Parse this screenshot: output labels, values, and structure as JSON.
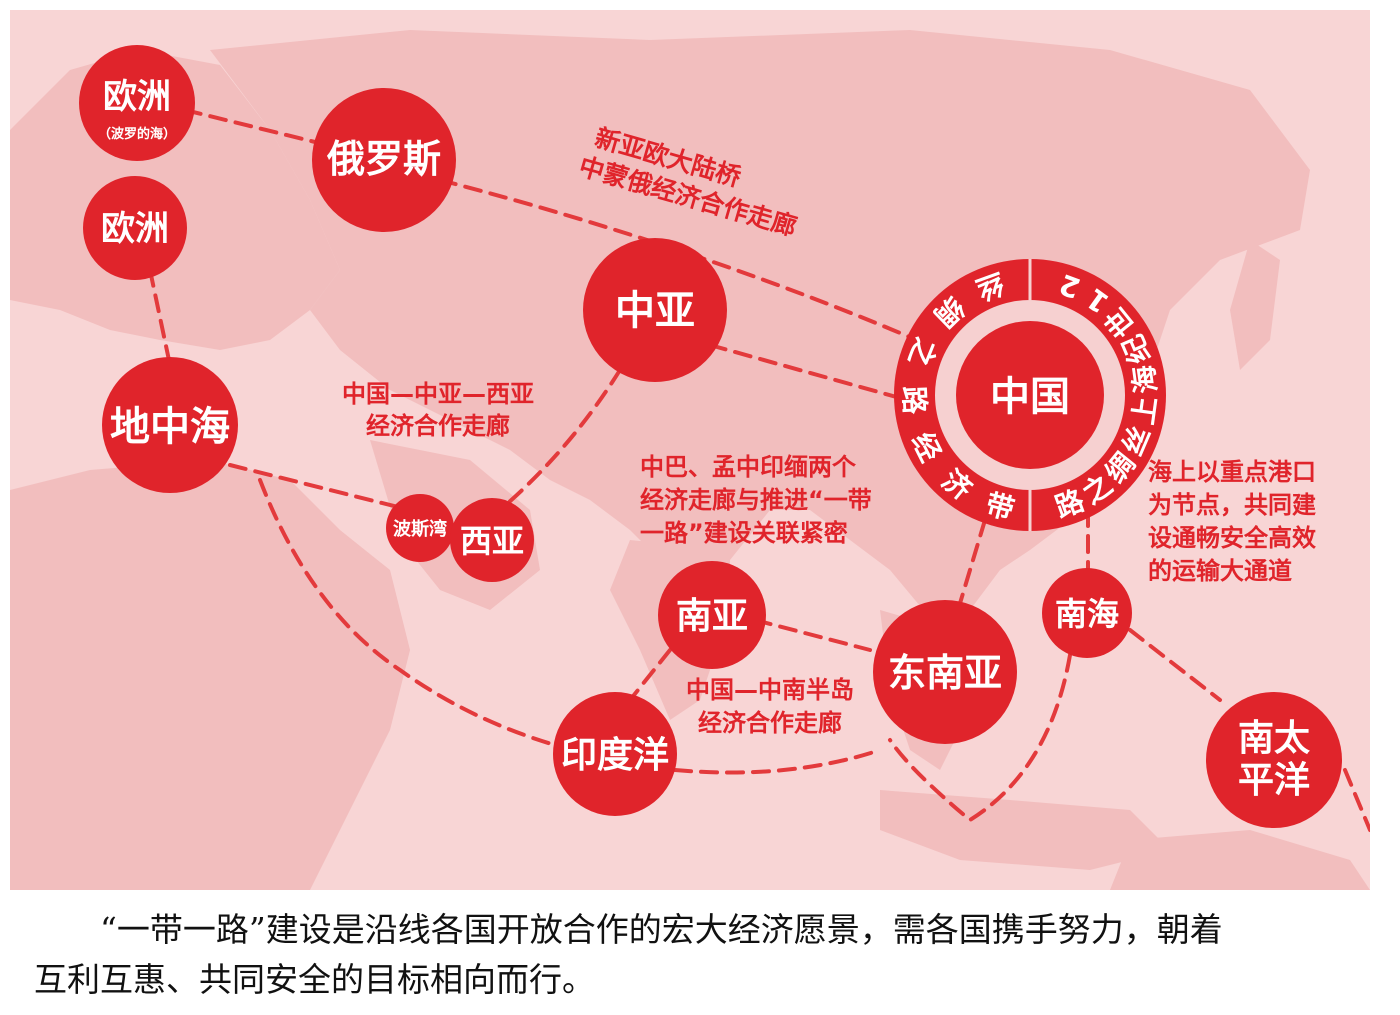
{
  "map": {
    "colors": {
      "accent": "#e0242b",
      "background": "#f6c9c9",
      "land": "#f2b6b6",
      "route": "#e33a3c"
    },
    "nodes": {
      "europe_north": {
        "label": "欧洲",
        "sub": "（波罗的海）"
      },
      "russia": {
        "label": "俄罗斯"
      },
      "europe": {
        "label": "欧洲"
      },
      "central_asia": {
        "label": "中亚"
      },
      "mediterranean": {
        "label": "地中海"
      },
      "persian_gulf": {
        "label": "波斯湾"
      },
      "west_asia": {
        "label": "西亚"
      },
      "china": {
        "label": "中国"
      },
      "south_asia": {
        "label": "南亚"
      },
      "southeast_asia": {
        "label": "东南亚"
      },
      "south_china_sea": {
        "label": "南海"
      },
      "indian_ocean": {
        "label": "印度洋"
      },
      "south_pacific": {
        "line1": "南太",
        "line2": "平洋"
      }
    },
    "ring": {
      "left": [
        "丝",
        "绸",
        "之",
        "路",
        "经",
        "济",
        "带"
      ],
      "right": [
        "2",
        "1",
        "世",
        "纪",
        "海",
        "上",
        "丝",
        "绸",
        "之",
        "路"
      ]
    },
    "annotations": {
      "eurasia": {
        "line1": "新亚欧大陆桥",
        "line2": "中蒙俄经济合作走廊"
      },
      "central_west": {
        "line1": "中国—中亚—西亚",
        "line2": "经济合作走廊"
      },
      "bcim": {
        "line1": "中巴、孟中印缅两个",
        "line2": "经济走廊与推进“一带",
        "line3": "一路”建设关联紧密"
      },
      "maritime": {
        "line1": "海上以重点港口",
        "line2": "为节点，共同建",
        "line3": "设通畅安全高效",
        "line4": "的运输大通道"
      },
      "indochina": {
        "line1": "中国—中南半岛",
        "line2": "经济合作走廊"
      }
    }
  },
  "caption": {
    "line1": "“一带一路”建设是沿线各国开放合作的宏大经济愿景，需各国携手努力，朝着",
    "line2": "互利互惠、共同安全的目标相向而行。"
  }
}
